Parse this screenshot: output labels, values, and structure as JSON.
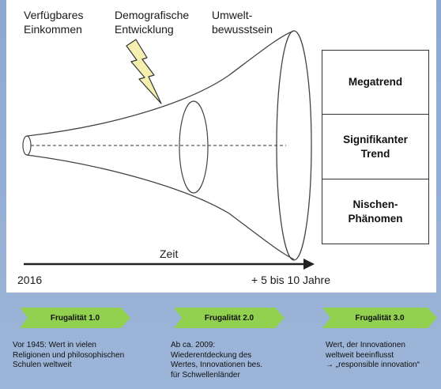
{
  "drivers": [
    {
      "label": "Verfügbares\nEinkommen"
    },
    {
      "label": "Demografische\nEntwicklung"
    },
    {
      "label": "Umwelt-\nbewusstsein"
    }
  ],
  "trend_levels": [
    {
      "label": "Megatrend"
    },
    {
      "label": "Signifikanter\nTrend"
    },
    {
      "label": "Nischen-\nPhänomen"
    }
  ],
  "axis": {
    "label": "Zeit",
    "start": "2016",
    "end": "+ 5 bis 10 Jahre"
  },
  "phases": [
    {
      "title": "Frugalität 1.0",
      "description": "Vor 1945: Wert in vielen\nReligionen und philosophischen\nSchulen weltweit"
    },
    {
      "title": "Frugalität 2.0",
      "description": "Ab ca. 2009:\nWiederentdeckung des\nWertes, Innovationen bes.\nfür Schwellenländer"
    },
    {
      "title": "Frugalität 3.0",
      "description": "Wert, der Innovationen\nweltweit beeinflusst\n→ „responsible innovation“"
    }
  ],
  "colors": {
    "frame": "#9db5d8",
    "phase_arrow": "#92d050",
    "lightning": "#f5f0b0"
  }
}
